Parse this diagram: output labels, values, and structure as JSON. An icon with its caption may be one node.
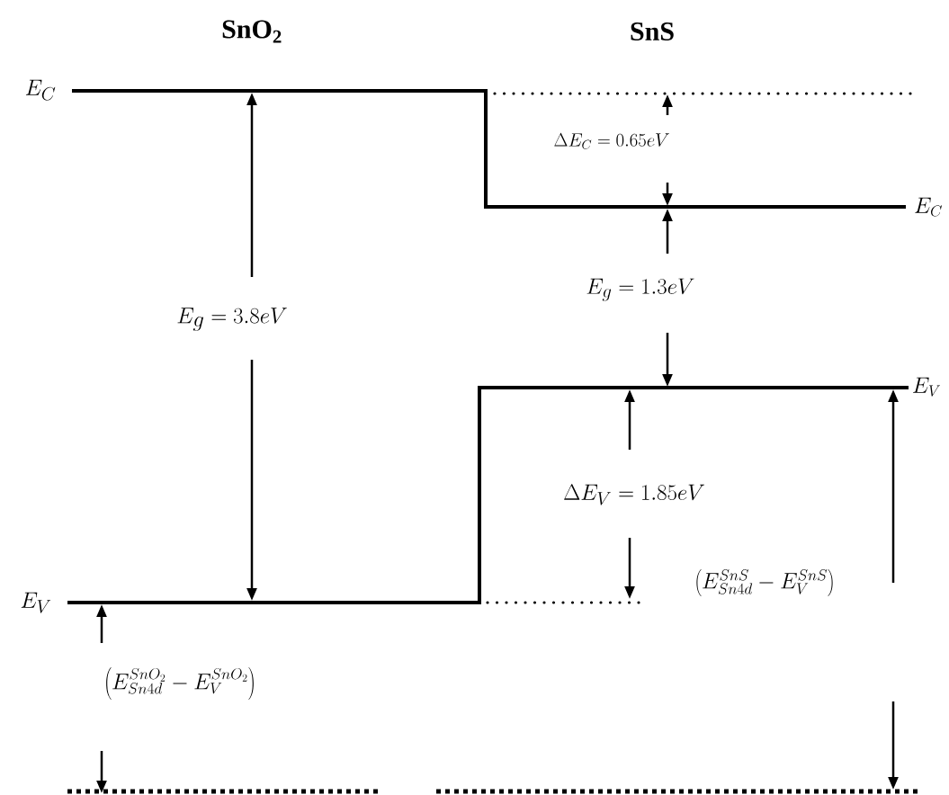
{
  "diagram": {
    "labels": [
      "SnO$_{2}$",
      "SnS",
      "E_{C}",
      "\\Delta E_{C} = 0.65eV",
      "E_{C}",
      "E_{g} = 3.8eV",
      "E_{g} = 1.3eV",
      "E_{V}",
      "\\Delta E_{V} = 1.85eV",
      "E_{V}",
      "\\left(E_{Sn4d}^{SnS} - E_{V}^{SnS}\\right)",
      "\\left(E_{Sn4d}^{SnO_{2}} - E_{V}^{SnO_{2}}\\right)"
    ]
  }
}
